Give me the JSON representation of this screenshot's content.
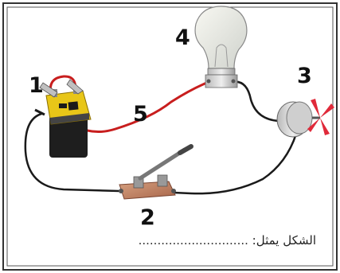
{
  "figure": {
    "labels": [
      {
        "id": "battery",
        "number": "1"
      },
      {
        "id": "switch",
        "number": "2"
      },
      {
        "id": "motor",
        "number": "3"
      },
      {
        "id": "lamp",
        "number": "4"
      },
      {
        "id": "red-wire",
        "number": "5"
      }
    ],
    "caption_text": "الشكل يمثل:",
    "caption_dots": "............................."
  }
}
